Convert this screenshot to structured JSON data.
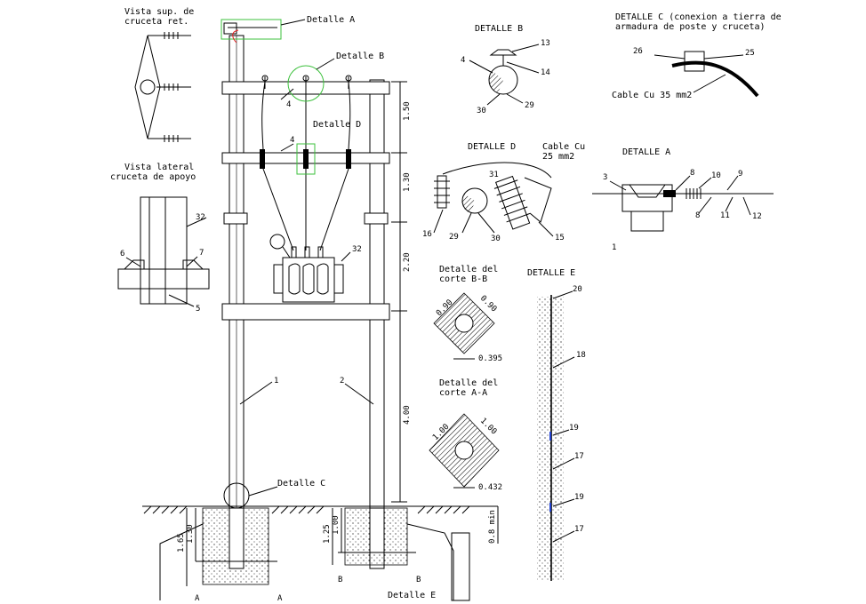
{
  "labels": {
    "vista_sup": [
      "Vista sup. de",
      "cruceta ret."
    ],
    "vista_lat": [
      "Vista lateral",
      "cruceta de apoyo"
    ],
    "detalle_a_ref": "Detalle A",
    "detalle_b_ref": "Detalle B",
    "detalle_d_ref": "Detalle D",
    "detalle_c_ref": "Detalle C",
    "detalle_e_ref": "Detalle E",
    "detalle_b_title": "DETALLE B",
    "detalle_c_title": [
      "DETALLE C (conexion a tierra de",
      "armadura de poste y cruceta)"
    ],
    "detalle_d_title": "DETALLE D",
    "detalle_a_title": "DETALLE A",
    "detalle_e_title": "DETALLE E",
    "cable_cu_d": [
      "Cable Cu",
      "25 mm2"
    ],
    "cable_cu_c": "Cable Cu 35 mm2",
    "corte_bb": [
      "Detalle del",
      "corte B-B"
    ],
    "corte_aa": [
      "Detalle del",
      "corte A-A"
    ]
  },
  "dims": {
    "d150": "1.50",
    "d130": "1.30",
    "d220": "2.20",
    "d400": "4.00",
    "d165": "1.65",
    "d130b": "1.30",
    "d125": "1.25",
    "d100": "1.00",
    "d08": "0.8 min",
    "bb_side1": "0.90",
    "bb_side2": "0.90",
    "bb_w": "0.395",
    "aa_side1": "1.00",
    "aa_side2": "1.00",
    "aa_w": "0.432"
  },
  "parts": {
    "n1": "1",
    "n2": "2",
    "n3": "3",
    "n4": "4",
    "n4b": "4",
    "n4c": "4",
    "n5": "5",
    "n6": "6",
    "n7": "7",
    "n8": "8",
    "n8b": "8",
    "n9": "9",
    "n10": "10",
    "n11": "11",
    "n12": "12",
    "n13": "13",
    "n14": "14",
    "n15": "15",
    "n16": "16",
    "n17": "17",
    "n17b": "17",
    "n18": "18",
    "n19": "19",
    "n19b": "19",
    "n20": "20",
    "n25": "25",
    "n26": "26",
    "n29": "29",
    "n29b": "29",
    "n30": "30",
    "n30b": "30",
    "n31": "31",
    "n32": "32",
    "n32b": "32",
    "n1b": "1",
    "secA1": "A",
    "secA2": "A",
    "secB1": "B",
    "secB2": "B"
  }
}
